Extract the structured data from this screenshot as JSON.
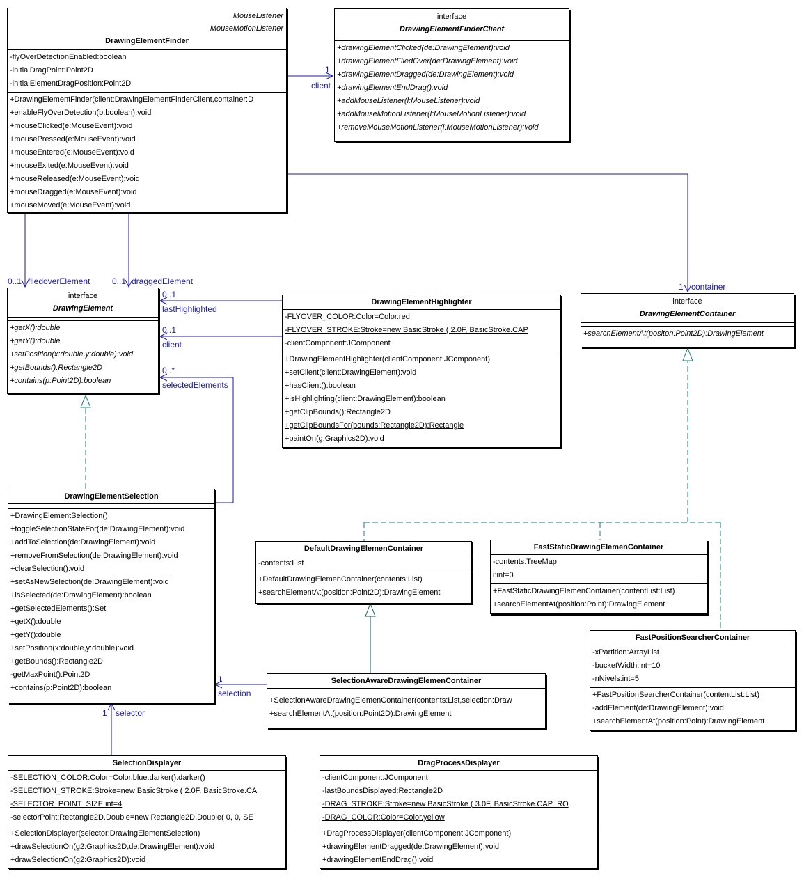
{
  "classes": {
    "finder": {
      "interfaces": [
        "MouseListener",
        "MouseMotionListener"
      ],
      "name": "DrawingElementFinder",
      "attributes": [
        "-flyOverDetectionEnabled:boolean",
        "-initialDragPoint:Point2D",
        "-initialElementDragPosition:Point2D"
      ],
      "operations": [
        "+DrawingElementFinder(client:DrawingElementFinderClient,container:D",
        "+enableFlyOverDetection(b:boolean):void",
        "+mouseClicked(e:MouseEvent):void",
        "+mousePressed(e:MouseEvent):void",
        "+mouseEntered(e:MouseEvent):void",
        "+mouseExited(e:MouseEvent):void",
        "+mouseReleased(e:MouseEvent):void",
        "+mouseDragged(e:MouseEvent):void",
        "+mouseMoved(e:MouseEvent):void"
      ]
    },
    "finderClient": {
      "stereotype": "interface",
      "name": "DrawingElementFinderClient",
      "operations": [
        "+drawingElementClicked(de:DrawingElement):void",
        "+drawingElementFliedOver(de:DrawingElement):void",
        "+drawingElementDragged(de:DrawingElement):void",
        "+drawingElementEndDrag():void",
        "+addMouseListener(l:MouseListener):void",
        "+addMouseMotionListener(l:MouseMotionListener):void",
        "+removeMouseMotionListener(l:MouseMotionListener):void"
      ]
    },
    "element": {
      "stereotype": "interface",
      "name": "DrawingElement",
      "operations": [
        "+getX():double",
        "+getY():double",
        "+setPosition(x:double,y:double):void",
        "+getBounds():Rectangle2D",
        "+contains(p:Point2D):boolean"
      ]
    },
    "highlighter": {
      "name": "DrawingElementHighlighter",
      "attributes": [
        "-FLYOVER_COLOR:Color=Color.red",
        "-FLYOVER_STROKE:Stroke=new BasicStroke ( 2.0F, BasicStroke.CAP",
        "-clientComponent:JComponent"
      ],
      "operations": [
        "+DrawingElementHighlighter(clientComponent:JComponent)",
        "+setClient(client:DrawingElement):void",
        "+hasClient():boolean",
        "+isHighlighting(client:DrawingElement):boolean",
        "+getClipBounds():Rectangle2D",
        "+getClipBoundsFor(bounds:Rectangle2D):Rectangle",
        "+paintOn(g:Graphics2D):void"
      ]
    },
    "container": {
      "stereotype": "interface",
      "name": "DrawingElementContainer",
      "operations": [
        "+searchElementAt(positon:Point2D):DrawingElement"
      ]
    },
    "selection": {
      "name": "DrawingElementSelection",
      "operations": [
        "+DrawingElementSelection()",
        "+toggleSelectionStateFor(de:DrawingElement):void",
        "+addToSelection(de:DrawingElement):void",
        "+removeFromSelection(de:DrawingElement):void",
        "+clearSelection():void",
        "+setAsNewSelection(de:DrawingElement):void",
        "+isSelected(de:DrawingElement):boolean",
        "+getSelectedElements():Set",
        "+getX():double",
        "+getY():double",
        "+setPosition(x:double,y:double):void",
        "+getBounds():Rectangle2D",
        "-getMaxPoint():Point2D",
        "+contains(p:Point2D):boolean"
      ]
    },
    "defaultContainer": {
      "name": "DefaultDrawingElemenContainer",
      "attributes": [
        "-contents:List"
      ],
      "operations": [
        "+DefaultDrawingElemenContainer(contents:List)",
        "+searchElementAt(position:Point2D):DrawingElement"
      ]
    },
    "fastStatic": {
      "name": "FastStaticDrawingElemenContainer",
      "attributes": [
        "-contents:TreeMap",
        "i:int=0"
      ],
      "operations": [
        "+FastStaticDrawingElemenContainer(contentList:List)",
        "+searchElementAt(position:Point):DrawingElement"
      ]
    },
    "fastPosition": {
      "name": "FastPositionSearcherContainer",
      "attributes": [
        "-xPartition:ArrayList",
        "-bucketWidth:int=10",
        "-nNivels:int=5"
      ],
      "operations": [
        "+FastPositionSearcherContainer(contentList:List)",
        "-addElement(de:DrawingElement):void",
        "+searchElementAt(position:Point):DrawingElement"
      ]
    },
    "selectionAware": {
      "name": "SelectionAwareDrawingElemenContainer",
      "operations": [
        "+SelectionAwareDrawingElemenContainer(contents:List,selection:Draw",
        "+searchElementAt(position:Point2D):DrawingElement"
      ]
    },
    "selectionDisplayer": {
      "name": "SelectionDisplayer",
      "attributes": [
        "-SELECTION_COLOR:Color=Color.blue.darker().darker()",
        "-SELECTION_STROKE:Stroke=new BasicStroke ( 2.0F, BasicStroke.CA",
        "-SELECTOR_POINT_SIZE:int=4",
        "-selectorPoint:Rectangle2D.Double=new Rectangle2D.Double( 0, 0, SE"
      ],
      "operations": [
        "+SelectionDisplayer(selector:DrawingElementSelection)",
        "+drawSelectionOn(g2:Graphics2D,de:DrawingElement):void",
        "+drawSelectionOn(g2:Graphics2D):void"
      ]
    },
    "dragDisplayer": {
      "name": "DragProcessDisplayer",
      "attributes": [
        "-clientComponent:JComponent",
        "-lastBoundsDisplayed:Rectangle2D",
        "-DRAG_STROKE:Stroke=new BasicStroke ( 3.0F, BasicStroke.CAP_RO",
        "-DRAG_COLOR:Color=Color.yellow"
      ],
      "operations": [
        "+DragProcessDisplayer(clientComponent:JComponent)",
        "+drawingElementDragged(de:DrawingElement):void",
        "+drawingElementEndDrag():void"
      ]
    }
  },
  "labels": {
    "client_mult": "1",
    "client_role": "client",
    "flied_mult": "0..1",
    "flied_role": "fliedoverElement",
    "dragged_mult": "0..1",
    "dragged_role": "draggedElement",
    "last_mult": "0..1",
    "last_role": "lastHighlighted",
    "hclient_mult": "0..1",
    "hclient_role": "client",
    "sel_mult": "0..*",
    "sel_role": "selectedElements",
    "container_mult": "1",
    "container_role": "container",
    "selection_mult": "1",
    "selection_role": "selection",
    "selector_mult": "1",
    "selector_role": "selector"
  },
  "colors": {
    "association": "#1a1aa8",
    "realization": "#1a7a7a",
    "generalization": "#1a5a5a"
  }
}
